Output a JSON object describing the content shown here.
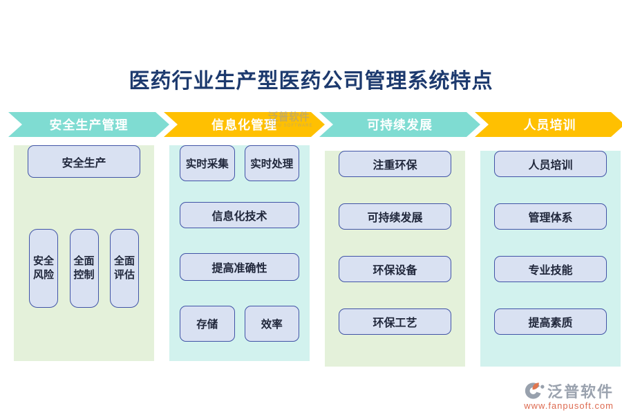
{
  "title": "医药行业生产型医药公司管理系统特点",
  "watermark": {
    "text": "泛普软件",
    "caption": "FANPU SOFTWARE"
  },
  "columns": [
    {
      "header": "安全生产管理",
      "boxes": [
        "安全生产",
        "安全风险",
        "全面控制",
        "全面评估"
      ]
    },
    {
      "header": "信息化管理",
      "boxes": [
        "实时采集",
        "实时处理",
        "信息化技术",
        "提高准确性",
        "存储",
        "效率"
      ]
    },
    {
      "header": "可持续发展",
      "boxes": [
        "注重环保",
        "可持续发展",
        "环保设备",
        "环保工艺"
      ]
    },
    {
      "header": "人员培训",
      "boxes": [
        "人员培训",
        "管理体系",
        "专业技能",
        "提高素质"
      ]
    }
  ],
  "footer": {
    "brand": "泛普软件",
    "url": "www.fanpusoft.com"
  },
  "colors": {
    "title": "#1D3A6E",
    "arrow_teal": "#7FDCD2",
    "arrow_yellow": "#FFC001",
    "panel_green": "#E4F1DA",
    "panel_cyan": "#D2F2EE",
    "box_fill": "#D9E1F2",
    "box_border": "#4053A6",
    "box_text": "#20273B",
    "url_text": "#DD6A50"
  }
}
